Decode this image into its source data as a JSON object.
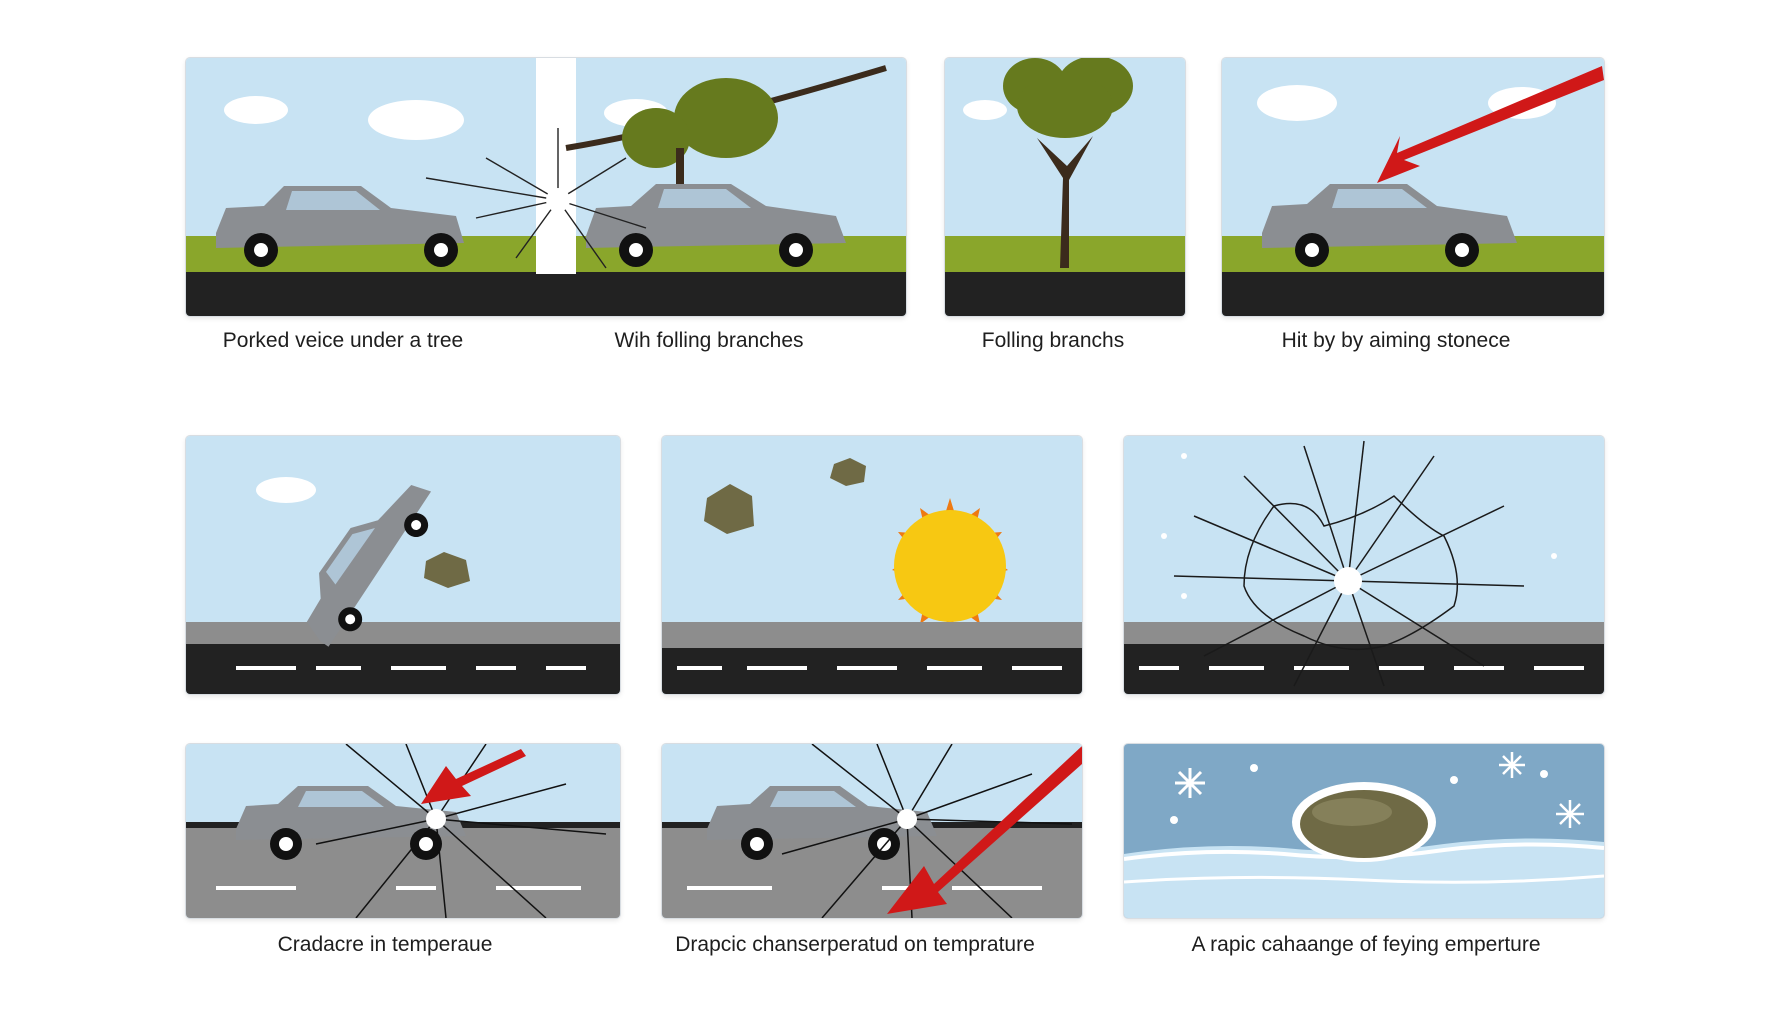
{
  "colors": {
    "sky": "#c8e3f3",
    "grass": "#8aa62b",
    "road": "#222222",
    "road_gray": "#8d8d8d",
    "car_body": "#8b8e92",
    "car_window": "#aec5d6",
    "arrow_red": "#d01818",
    "tree_leaves": "#667a1e",
    "tree_trunk": "#3b2b1c",
    "sun": "#f7c812",
    "sun_rays": "#ee7a12",
    "rock": "#6f6a45",
    "snow_panel": "#7fa8c6"
  },
  "captions": {
    "c1": "Porked veice under a tree",
    "c2": "Wih folling branches",
    "c3": "Folling branchs",
    "c4": "Hit by by aiming stonece",
    "c5": "Cradacre in temperaue",
    "c6": "Drapcic chanserperatud on temprature",
    "c7": "A rapic cahaange of feying emperture"
  }
}
